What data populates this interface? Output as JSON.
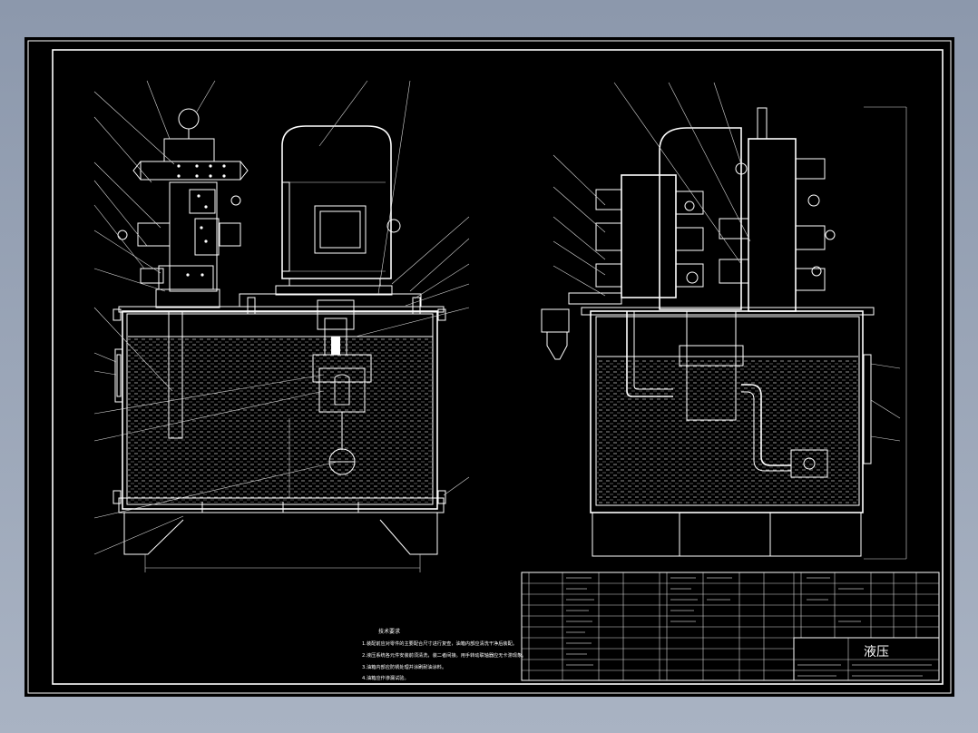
{
  "drawing": {
    "title_block": {
      "name": "液压"
    },
    "tech_requirements": {
      "heading": "技术要求",
      "items": [
        "1.装配前应对零件的主要配合尺寸进行复查，油箱内部应清洗干净后装配。",
        "2.液压系统各元件安装前须清洗，装二者间接。用手转动联轴器应无卡滞现象。",
        "3.油箱内部应防锈处理并涂刷耐油涂料。",
        "4.油箱应作渗漏试验。"
      ]
    },
    "colors": {
      "background": "#8c98ac",
      "sheet": "#000000",
      "lines": "#ffffff"
    }
  }
}
